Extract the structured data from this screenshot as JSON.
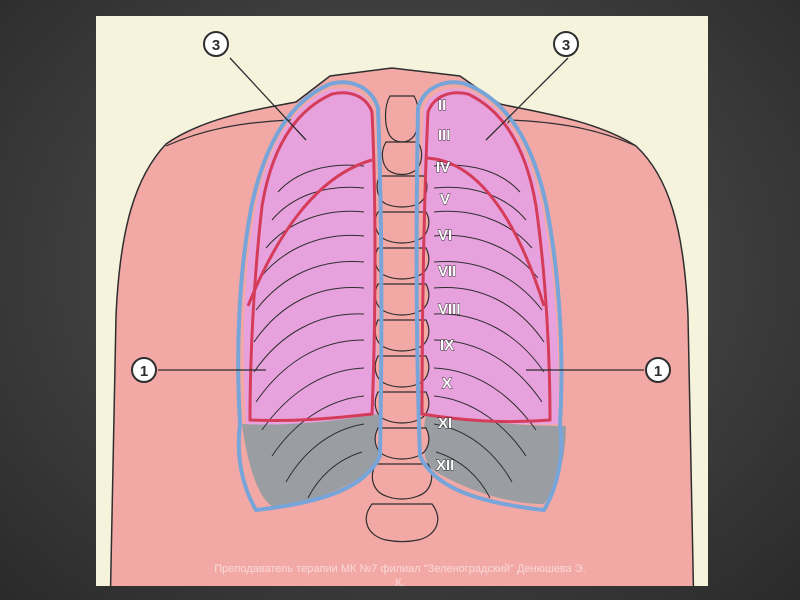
{
  "diagram": {
    "vertebra_labels": [
      "II",
      "III",
      "IV",
      "V",
      "VI",
      "VII",
      "VIII",
      "IX",
      "X",
      "XI",
      "XII"
    ],
    "callout_markers": {
      "upper_left": "3",
      "upper_right": "3",
      "middle_left": "1",
      "middle_right": "1"
    },
    "colors": {
      "skin": "#f2a9a6",
      "lung_upper": "#e7a2de",
      "lung_lower": "#9a9ea3",
      "lung_border": "#77a4d9",
      "lobe_fissure": "#d43c5a",
      "outline": "#2e2e2e",
      "paper": "#f6f3dd"
    }
  },
  "footer": {
    "line1": "Преподаватель терапии МК №7 филиал \"Зеленоградский\" Денюшева Э.",
    "line2": "К."
  }
}
